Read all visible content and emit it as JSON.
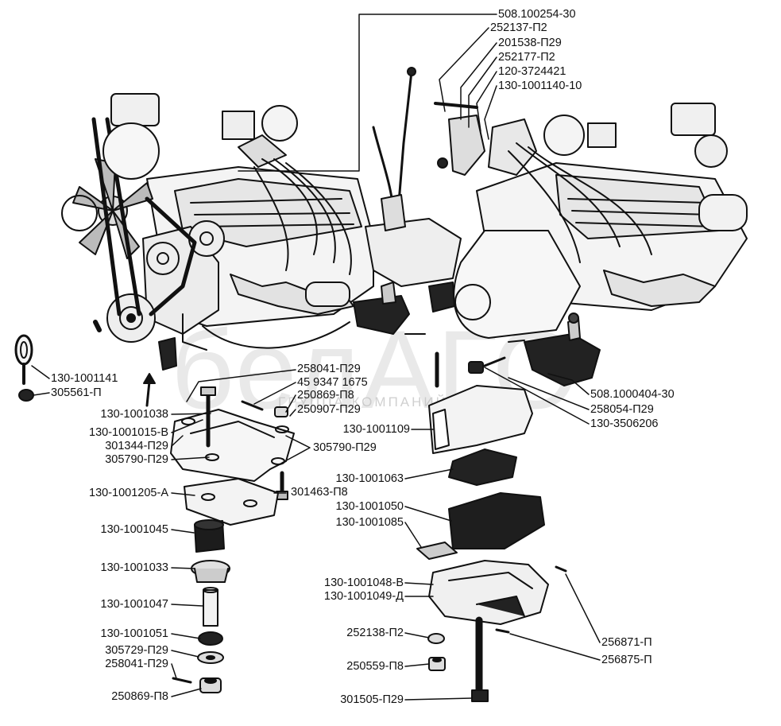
{
  "watermark": {
    "brand": "белАГО",
    "tagline": "ГРУППА КОМПАНИЙ"
  },
  "labels": {
    "l508_100254_30": "508.100254-30",
    "l252137_p2": "252137-П2",
    "l201538_p29": "201538-П29",
    "l252177_p2": "252177-П2",
    "l120_3724421": "120-3724421",
    "l130_1001140_10": "130-1001140-10",
    "l130_1001141": "130-1001141",
    "l305561_p": "305561-П",
    "l258041_p29_top": "258041-П29",
    "l45_9347_1675": "45 9347 1675",
    "l250869_p8_top": "250869-П8",
    "l250907_p29": "250907-П29",
    "l130_1001038": "130-1001038",
    "l130_1001015_v": "130-1001015-В",
    "l301344_p29": "301344-П29",
    "l305790_p29_left": "305790-П29",
    "l305790_p29_right": "305790-П29",
    "l130_1001109": "130-1001109",
    "l508_1000404_30": "508.1000404-30",
    "l258054_p29": "258054-П29",
    "l130_3506206": "130-3506206",
    "l130_1001063": "130-1001063",
    "l301463_p8": "301463-П8",
    "l130_1001205_a": "130-1001205-А",
    "l130_1001050": "130-1001050",
    "l130_1001045": "130-1001045",
    "l130_1001085": "130-1001085",
    "l130_1001033": "130-1001033",
    "l130_1001048_v": "130-1001048-В",
    "l130_1001049_d": "130-1001049-Д",
    "l130_1001047": "130-1001047",
    "l130_1001051": "130-1001051",
    "l252138_p2": "252138-П2",
    "l305729_p29": "305729-П29",
    "l256871_p": "256871-П",
    "l258041_p29_bottom": "258041-П29",
    "l250559_p8": "250559-П8",
    "l256875_p": "256875-П",
    "l250869_p8_bottom": "250869-П8",
    "l301505_p29": "301505-П29"
  }
}
